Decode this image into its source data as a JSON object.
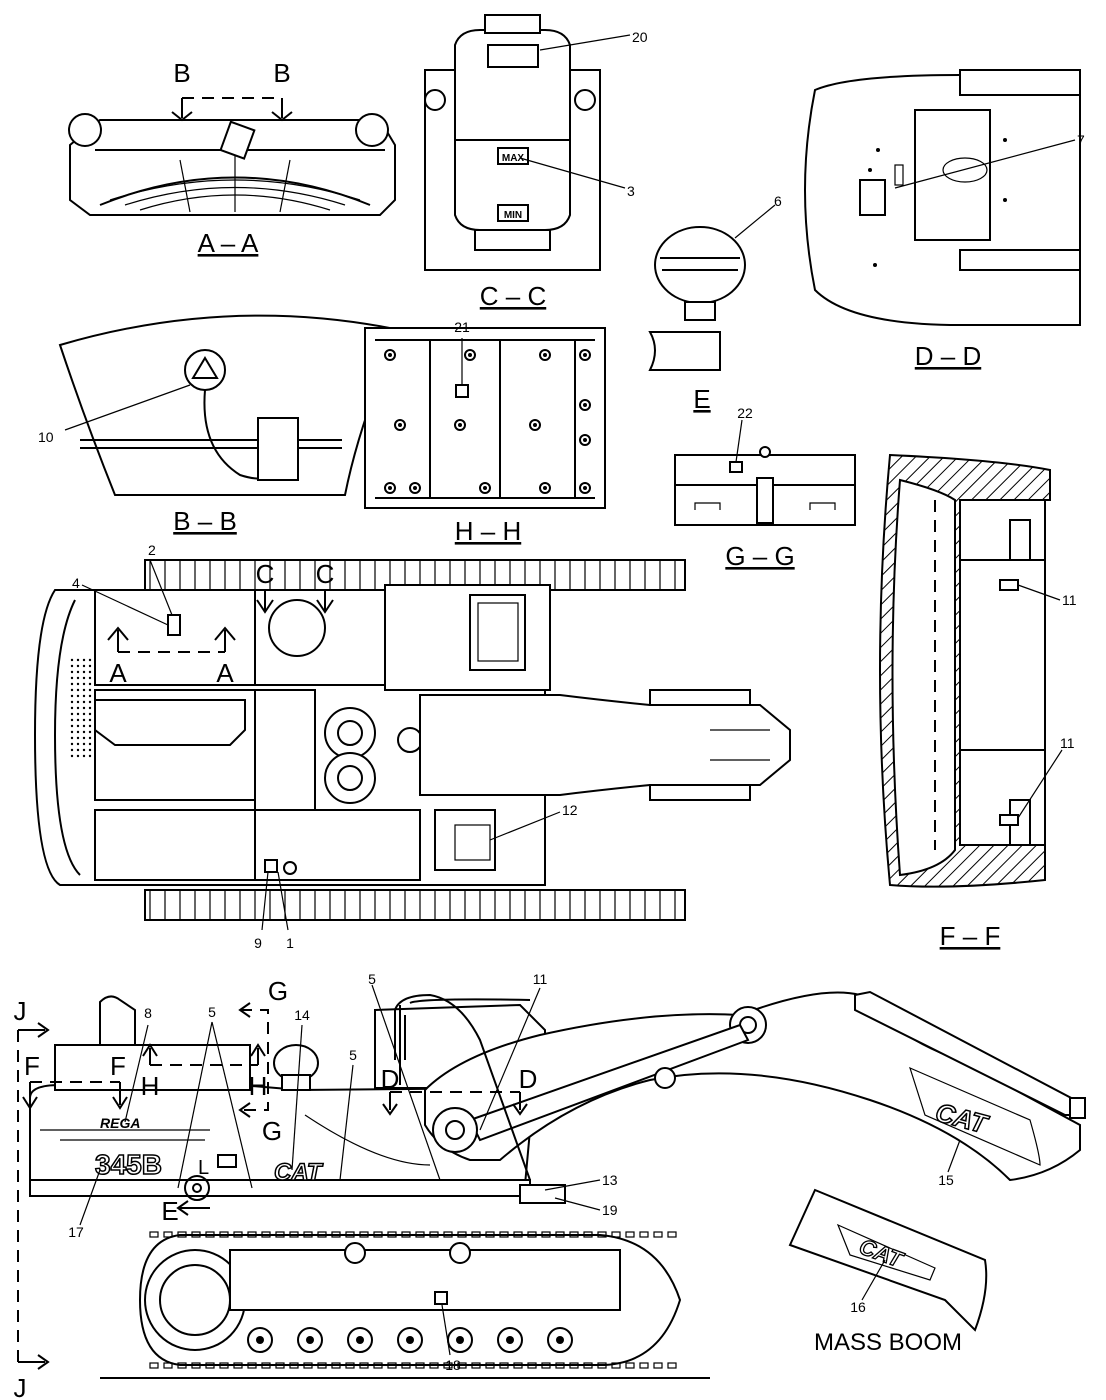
{
  "sections": {
    "aa": "A – A",
    "bb": "B – B",
    "cc": "C – C",
    "dd": "D – D",
    "e": "E",
    "ff": "F – F",
    "gg": "G – G",
    "hh": "H – H"
  },
  "cut_letters": {
    "a": "A",
    "b": "B",
    "c": "C",
    "d": "D",
    "e": "E",
    "f": "F",
    "g": "G",
    "h": "H",
    "j": "J"
  },
  "callouts": {
    "c1": "1",
    "c2": "2",
    "c3": "3",
    "c4": "4",
    "c5": "5",
    "c6": "6",
    "c7": "7",
    "c8": "8",
    "c9": "9",
    "c10": "10",
    "c11": "11",
    "c12": "12",
    "c13": "13",
    "c14": "14",
    "c15": "15",
    "c16": "16",
    "c17": "17",
    "c18": "18",
    "c19": "19",
    "c20": "20",
    "c21": "21",
    "c22": "22"
  },
  "decals": {
    "max": "MAX",
    "min": "MIN",
    "cat": "CAT",
    "model": "345B",
    "model_suffix": "L",
    "series": "REGA"
  },
  "mass_boom": "MASS BOOM"
}
